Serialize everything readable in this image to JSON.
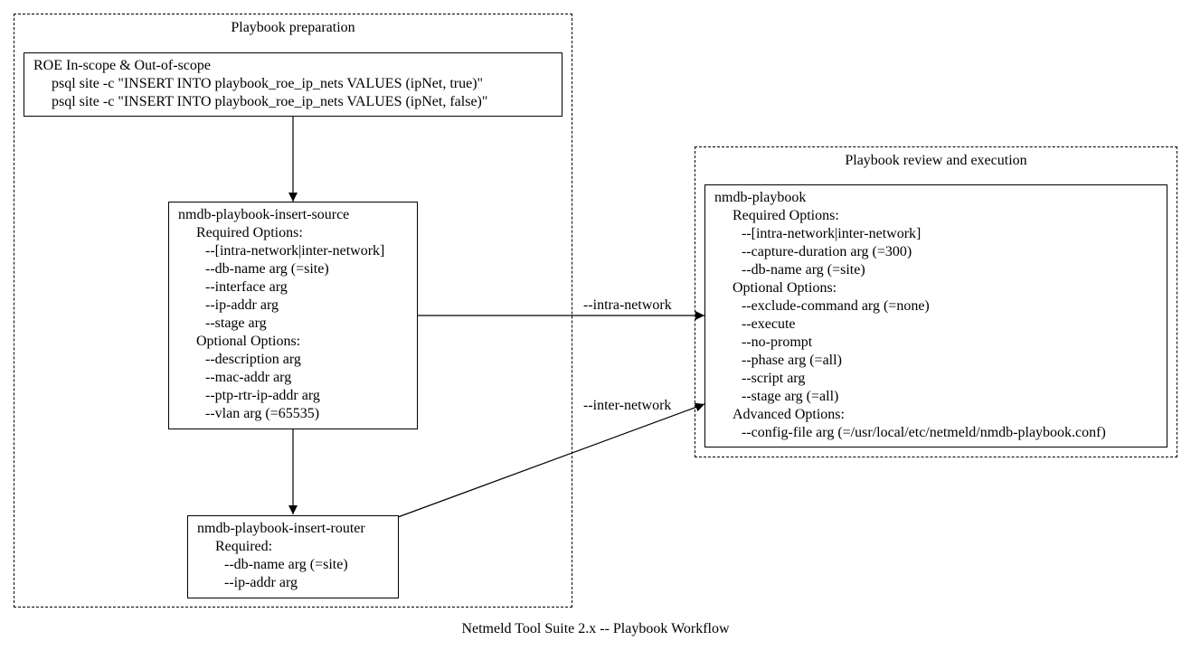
{
  "clusters": {
    "prep": {
      "label": "Playbook preparation"
    },
    "review": {
      "label": "Playbook review and execution"
    }
  },
  "nodes": {
    "roe": {
      "title": "ROE In-scope & Out-of-scope",
      "lines": [
        "psql site -c \"INSERT INTO playbook_roe_ip_nets VALUES (ipNet, true)\"",
        "psql site -c \"INSERT INTO playbook_roe_ip_nets VALUES (ipNet, false)\""
      ]
    },
    "insert_source": {
      "title": "nmdb-playbook-insert-source",
      "required_heading": "Required Options:",
      "required": [
        "--[intra-network|inter-network]",
        "--db-name arg (=site)",
        "--interface arg",
        "--ip-addr arg",
        "--stage arg"
      ],
      "optional_heading": "Optional Options:",
      "optional": [
        "--description arg",
        "--mac-addr arg",
        "--ptp-rtr-ip-addr arg",
        "--vlan arg (=65535)"
      ]
    },
    "insert_router": {
      "title": "nmdb-playbook-insert-router",
      "required_heading": "Required:",
      "required": [
        "--db-name arg (=site)",
        "--ip-addr arg"
      ]
    },
    "playbook": {
      "title": "nmdb-playbook",
      "required_heading": "Required Options:",
      "required": [
        "--[intra-network|inter-network]",
        "--capture-duration arg (=300)",
        "--db-name arg (=site)"
      ],
      "optional_heading": "Optional Options:",
      "optional": [
        "--exclude-command arg (=none)",
        "--execute",
        "--no-prompt",
        "--phase arg (=all)",
        "--script arg",
        "--stage arg (=all)"
      ],
      "advanced_heading": "Advanced Options:",
      "advanced": [
        "--config-file arg (=/usr/local/etc/netmeld/nmdb-playbook.conf)"
      ]
    }
  },
  "edges": {
    "intra_label": "--intra-network",
    "inter_label": "--inter-network"
  },
  "caption": "Netmeld Tool Suite 2.x -- Playbook Workflow"
}
